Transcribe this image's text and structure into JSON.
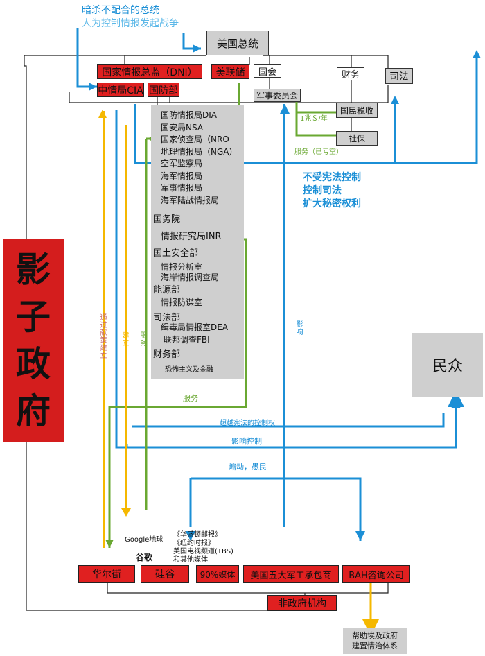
{
  "top_notes": {
    "line1": "暗杀不配合的总统",
    "line2": "人为控制情报发起战争"
  },
  "president": "美国总统",
  "row1": {
    "dni": "国家情报总监（DNI）",
    "fed": "美联储",
    "congress": "国会",
    "finance": "财务",
    "judiciary": "司法"
  },
  "row2": {
    "cia": "中情局CIA",
    "dod": "国防部",
    "armed_services": "军事委员会"
  },
  "tax": {
    "irs": "国民税收",
    "ss": "社保",
    "trillion": "1兆＄/年",
    "service_bankrupt": "服务（已亏空）"
  },
  "agencies": {
    "dod_group": [
      "国防情报局DIA",
      "国安局NSA",
      "国家侦查局（NRO",
      "地理情报局（NGA）",
      "空军监察局",
      "海军情报局",
      "军事情报局",
      "海军陆战情报局"
    ],
    "state": "国务院",
    "state_items": [
      "情报研究局INR"
    ],
    "dhs": "国土安全部",
    "dhs_items": [
      "情报分析室",
      "海岸情报调查局"
    ],
    "energy": "能源部",
    "energy_items": [
      "情报防谍室"
    ],
    "justice": "司法部",
    "justice_items": [
      "缉毒局情报室DEA",
      "联邦调查FBI"
    ],
    "treasury": "财务部",
    "treasury_items": [
      "恐怖主义及金融"
    ]
  },
  "blue_claims": [
    "不受宪法控制",
    "控制司法",
    "扩大秘密权利"
  ],
  "shadow_government": [
    "影",
    "子",
    "政",
    "府"
  ],
  "people": "民众",
  "vertical_labels": {
    "policy": "通过献策建立",
    "build": "建立",
    "serve": "服务",
    "influence": "影响"
  },
  "flow_labels": {
    "service": "服务",
    "beyond_constitution": "超越宪法的控制权",
    "influence_control": "影响控制",
    "incite": "煽动，愚民"
  },
  "media_notes": {
    "google_earth": "Google地球",
    "google": "谷歌",
    "media_list": [
      "《华盛顿邮报》",
      "《纽约时报》",
      "美国电视频道(TBS)",
      "和其他媒体"
    ]
  },
  "bottom_row": {
    "wall_street": "华尔街",
    "silicon_valley": "硅谷",
    "media90": "90%媒体",
    "defense5": "美国五大军工承包商",
    "bah": "BAH咨询公司",
    "ngo": "非政府机构"
  },
  "bah_note": [
    "帮助埃及政府",
    "建置情治体系"
  ],
  "colors": {
    "red": "#e02020",
    "blue": "#1b8fd6",
    "green": "#6aa832",
    "yellow": "#f5b800",
    "gray": "#cfcfcf"
  }
}
